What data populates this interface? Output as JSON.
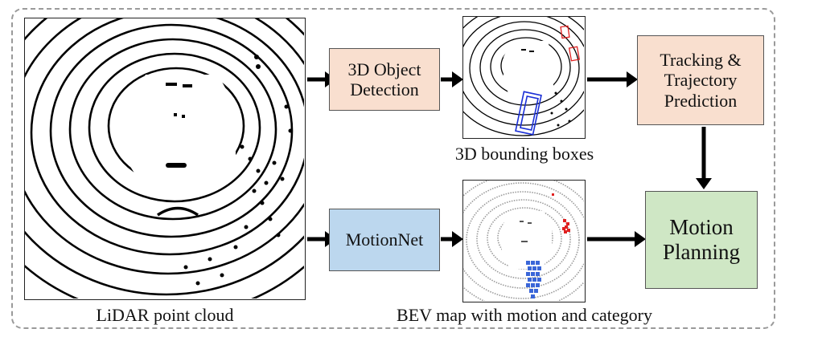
{
  "colors": {
    "peach_box": "#f9dfcf",
    "blue_box": "#bcd7ee",
    "green_box": "#cfe7c5",
    "arrow": "#000000",
    "frame": "#9a9a9a",
    "bbox_red": "#e02020",
    "bbox_blue": "#1a2fd6"
  },
  "nodes": {
    "detection": "3D Object\nDetection",
    "tracking": "Tracking &\nTrajectory\nPrediction",
    "motionnet": "MotionNet",
    "planning": "Motion\nPlanning"
  },
  "captions": {
    "lidar": "LiDAR point cloud",
    "bboxes": "3D bounding boxes",
    "bev": "BEV map with motion and category"
  }
}
